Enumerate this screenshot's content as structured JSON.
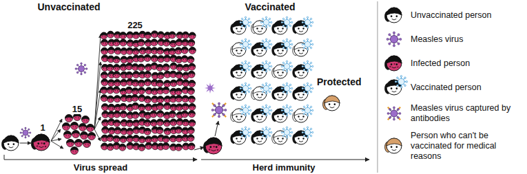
{
  "diagram": {
    "labels": [
      "Unvaccinated",
      "225",
      "15",
      "1",
      "Virus spread",
      "Vaccinated",
      "Protected",
      "Herd immunity"
    ],
    "legend": [
      {
        "text": "Unvaccinated person"
      },
      {
        "text": "Measles virus"
      },
      {
        "text": "Infected person"
      },
      {
        "text": "Vaccinated person"
      },
      {
        "text": "Measles virus captured by antibodies"
      },
      {
        "text": "Person who can't be vaccinated for medical reasons"
      }
    ]
  }
}
